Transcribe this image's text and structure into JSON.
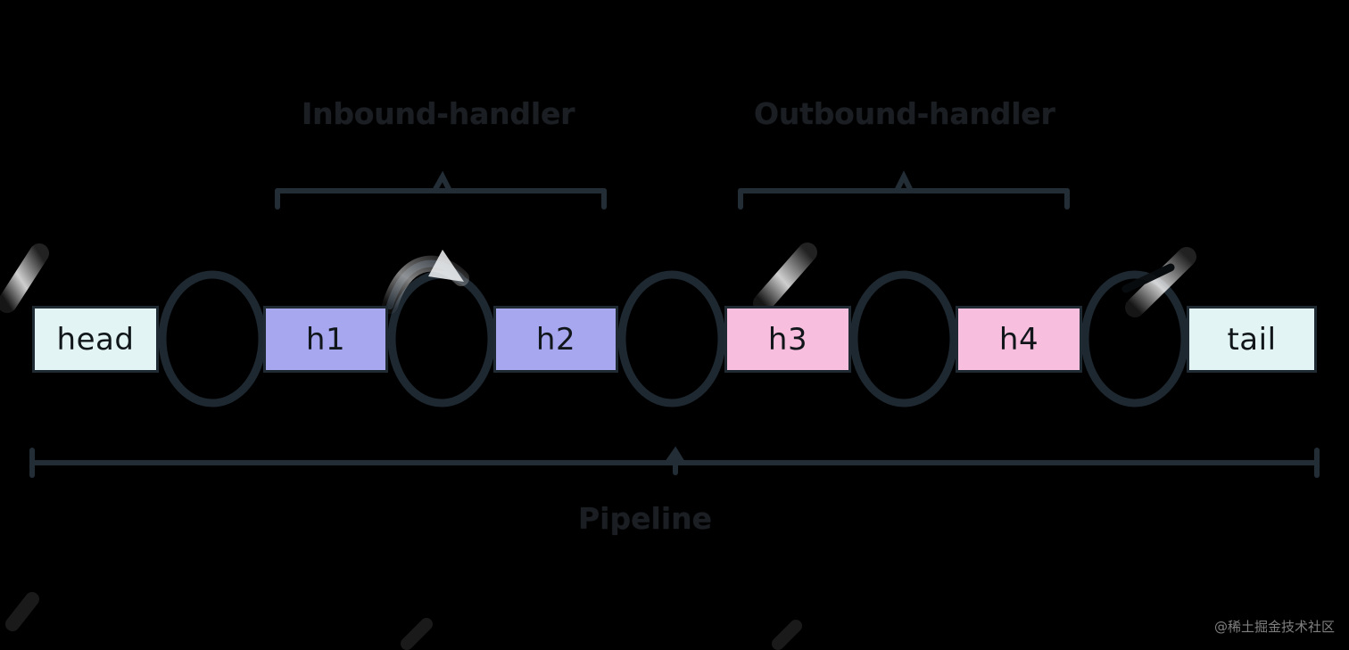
{
  "diagram": {
    "title_inbound": "Inbound-handler",
    "title_outbound": "Outbound-handler",
    "title_pipeline": "Pipeline",
    "nodes": [
      {
        "id": "head",
        "label": "head",
        "kind": "endpoint",
        "color": "#e2f4f4"
      },
      {
        "id": "h1",
        "label": "h1",
        "kind": "inbound",
        "color": "#a7a7f0"
      },
      {
        "id": "h2",
        "label": "h2",
        "kind": "inbound",
        "color": "#a7a7f0"
      },
      {
        "id": "h3",
        "label": "h3",
        "kind": "outbound",
        "color": "#f8bedd"
      },
      {
        "id": "h4",
        "label": "h4",
        "kind": "outbound",
        "color": "#f8bedd"
      },
      {
        "id": "tail",
        "label": "tail",
        "kind": "endpoint",
        "color": "#e2f4f4"
      }
    ],
    "colors": {
      "background": "#000000",
      "stroke": "#1f2a33",
      "endpoint_fill": "#e2f4f4",
      "inbound_fill": "#a7a7f0",
      "outbound_fill": "#f8bedd",
      "text": "#11161b",
      "title": "#1b1f24"
    },
    "connectors": [
      {
        "from": "head",
        "to": "h1"
      },
      {
        "from": "h1",
        "to": "h2"
      },
      {
        "from": "h2",
        "to": "h3"
      },
      {
        "from": "h3",
        "to": "h4"
      },
      {
        "from": "h4",
        "to": "tail"
      }
    ],
    "brackets": [
      {
        "id": "inbound-bracket",
        "label": "Inbound-handler"
      },
      {
        "id": "outbound-bracket",
        "label": "Outbound-handler"
      },
      {
        "id": "pipeline-bracket",
        "label": "Pipeline"
      }
    ]
  },
  "watermark": {
    "text": "@稀土掘金技术社区"
  }
}
